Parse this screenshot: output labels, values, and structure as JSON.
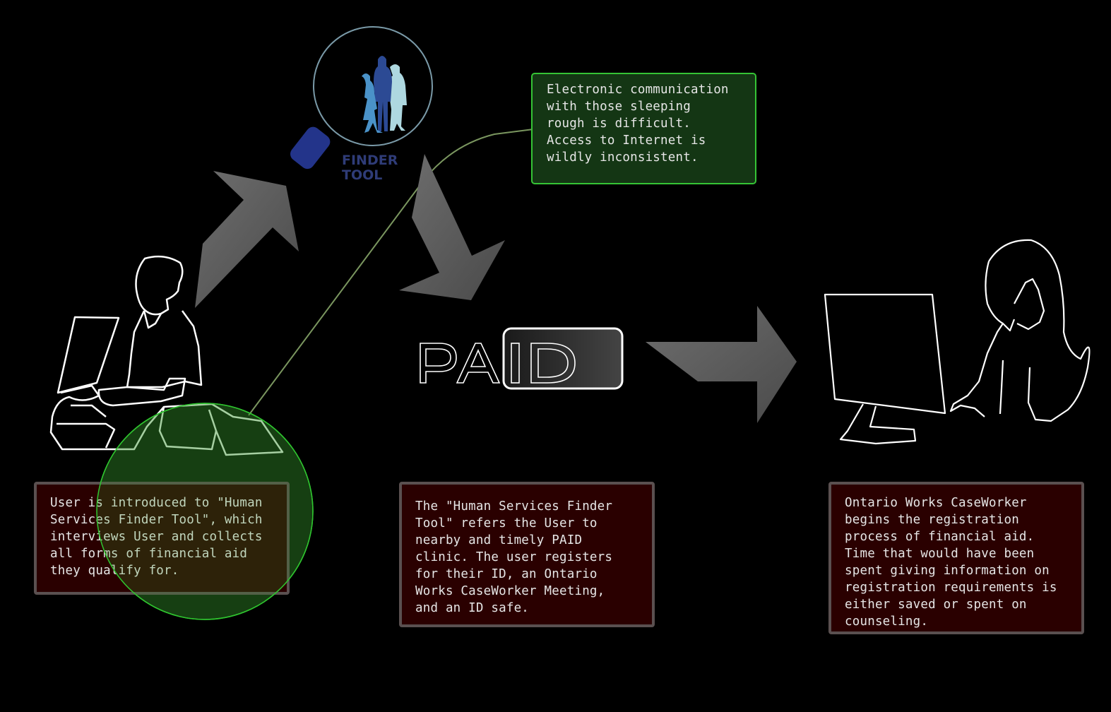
{
  "logo": {
    "finder_tool_text": "FINDER\nTOOL",
    "paid_text": "PAID"
  },
  "callouts": {
    "internet_note": "Electronic communication\nwith those sleeping\nrough is difficult.\nAccess to Internet is\nwildly inconsistent.",
    "step_1": "User is introduced to \"Human\nServices Finder Tool\", which\ninterviews User and collects\nall forms of financial aid\nthey qualify for.",
    "step_2": "The \"Human Services Finder\nTool\" refers the User to\nnearby and timely PAID\nclinic. The user registers\nfor their ID, an Ontario\nWorks CaseWorker Meeting,\nand an ID safe.",
    "step_3": "Ontario Works CaseWorker\nbegins the registration\nprocess of financial aid.\nTime that would have been\nspent giving information on\nregistration requirements is\neither saved or spent on\ncounseling."
  },
  "colors": {
    "background": "#000000",
    "red_box": "#2a0000",
    "green_box": "#143614",
    "green_border": "#35c435",
    "arrow": "#5a5a5a",
    "finder_blue": "#2f3c78"
  }
}
